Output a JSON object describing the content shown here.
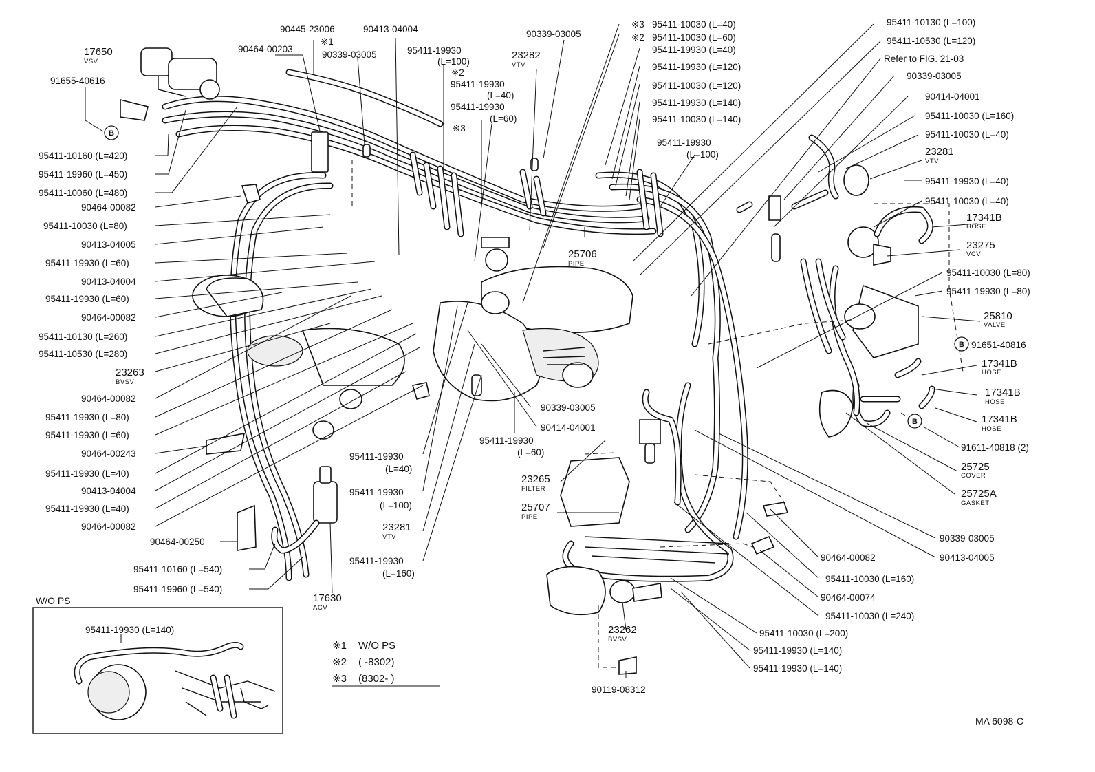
{
  "diagram_code": "MA 6098-C",
  "inset": {
    "title": "W/O PS",
    "label": "95411-19930 (L=140)"
  },
  "notes": [
    {
      "mark": "※1",
      "text": "W/O PS"
    },
    {
      "mark": "※2",
      "text": "(      -8302)"
    },
    {
      "mark": "※3",
      "text": "(8302-       )"
    }
  ],
  "labels": [
    {
      "id": "vsv17650",
      "text": "17650",
      "sub": "VSV"
    },
    {
      "id": "l91655",
      "text": "91655-40616"
    },
    {
      "id": "l90464_00203",
      "text": "90464-00203"
    },
    {
      "id": "l90445",
      "text": "90445-23006"
    },
    {
      "id": "m1a",
      "text": "※1"
    },
    {
      "id": "l90339a",
      "text": "90339-03005"
    },
    {
      "id": "l90413a",
      "text": "90413-04004"
    },
    {
      "id": "l95411_100",
      "text": "95411-19930"
    },
    {
      "id": "l95411_100b",
      "text": "(L=100)"
    },
    {
      "id": "m2a",
      "text": "※2"
    },
    {
      "id": "l95411_40a",
      "text": "95411-19930"
    },
    {
      "id": "l95411_40ab",
      "text": "(L=40)"
    },
    {
      "id": "l95411_60a",
      "text": "95411-19930"
    },
    {
      "id": "l95411_60ab",
      "text": "(L=60)"
    },
    {
      "id": "m3a",
      "text": "※3"
    },
    {
      "id": "vtv23282",
      "text": "23282",
      "sub": "VTV"
    },
    {
      "id": "l90339b",
      "text": "90339-03005"
    },
    {
      "id": "m3b",
      "text": "※3"
    },
    {
      "id": "m2b",
      "text": "※2"
    },
    {
      "id": "r1",
      "text": "95411-10030 (L=40)"
    },
    {
      "id": "r2",
      "text": "95411-10030 (L=60)"
    },
    {
      "id": "r3",
      "text": "95411-19930 (L=40)"
    },
    {
      "id": "r4",
      "text": "95411-19930 (L=120)"
    },
    {
      "id": "r5",
      "text": "95411-10030 (L=120)"
    },
    {
      "id": "r6",
      "text": "95411-19930 (L=140)"
    },
    {
      "id": "r7",
      "text": "95411-10030 (L=140)"
    },
    {
      "id": "r8",
      "text": "95411-19930"
    },
    {
      "id": "r8b",
      "text": "(L=100)"
    },
    {
      "id": "f1",
      "text": "95411-10130 (L=100)"
    },
    {
      "id": "f2",
      "text": "95411-10530 (L=120)"
    },
    {
      "id": "f3",
      "text": "Refer to FIG. 21-03"
    },
    {
      "id": "f4",
      "text": "90339-03005"
    },
    {
      "id": "f5",
      "text": "90414-04001"
    },
    {
      "id": "f6",
      "text": "95411-10030 (L=160)"
    },
    {
      "id": "f7",
      "text": "95411-10030 (L=40)"
    },
    {
      "id": "vtv23281a",
      "text": "23281",
      "sub": "VTV"
    },
    {
      "id": "f8",
      "text": "95411-19930 (L=40)"
    },
    {
      "id": "f9",
      "text": "95411-10030 (L=40)"
    },
    {
      "id": "hose1",
      "text": "17341B",
      "sub": "HOSE"
    },
    {
      "id": "vcv23275",
      "text": "23275",
      "sub": "VCV"
    },
    {
      "id": "f10",
      "text": "95411-10030 (L=80)"
    },
    {
      "id": "f11",
      "text": "95411-19930 (L=80)"
    },
    {
      "id": "valve25810",
      "text": "25810",
      "sub": "VALVE"
    },
    {
      "id": "f12",
      "text": "91651-40816"
    },
    {
      "id": "hose2",
      "text": "17341B",
      "sub": "HOSE"
    },
    {
      "id": "hose3",
      "text": "17341B",
      "sub": "HOSE"
    },
    {
      "id": "hose4",
      "text": "17341B",
      "sub": "HOSE"
    },
    {
      "id": "f13",
      "text": "91611-40818 (2)"
    },
    {
      "id": "cover25725",
      "text": "25725",
      "sub": "COVER"
    },
    {
      "id": "gasket25725a",
      "text": "25725A",
      "sub": "GASKET"
    },
    {
      "id": "f14",
      "text": "90339-03005"
    },
    {
      "id": "f15",
      "text": "90413-04005"
    },
    {
      "id": "f16",
      "text": "90464-00082"
    },
    {
      "id": "f17",
      "text": "95411-10030 (L=160)"
    },
    {
      "id": "f18",
      "text": "90464-00074"
    },
    {
      "id": "f19",
      "text": "95411-10030 (L=240)"
    },
    {
      "id": "f20",
      "text": "95411-10030 (L=200)"
    },
    {
      "id": "f21",
      "text": "95411-19930 (L=140)"
    },
    {
      "id": "f22",
      "text": "95411-19930 (L=140)"
    },
    {
      "id": "bvsv23262",
      "text": "23262",
      "sub": "BVSV"
    },
    {
      "id": "b90119",
      "text": "90119-08312"
    },
    {
      "id": "filter23265",
      "text": "23265",
      "sub": "FILTER"
    },
    {
      "id": "pipe25707",
      "text": "25707",
      "sub": "PIPE"
    },
    {
      "id": "pipe25706",
      "text": "25706",
      "sub": "PIPE"
    },
    {
      "id": "c1",
      "text": "90339-03005"
    },
    {
      "id": "c2",
      "text": "90414-04001"
    },
    {
      "id": "c3",
      "text": "95411-19930"
    },
    {
      "id": "c3b",
      "text": "(L=60)"
    },
    {
      "id": "c4",
      "text": "95411-19930"
    },
    {
      "id": "c4b",
      "text": "(L=40)"
    },
    {
      "id": "c5",
      "text": "95411-19930"
    },
    {
      "id": "c5b",
      "text": "(L=100)"
    },
    {
      "id": "vtv23281b",
      "text": "23281",
      "sub": "VTV"
    },
    {
      "id": "c6",
      "text": "95411-19930"
    },
    {
      "id": "c6b",
      "text": "(L=160)"
    },
    {
      "id": "acv17630",
      "text": "17630",
      "sub": "ACV"
    },
    {
      "id": "lf1",
      "text": "95411-10160 (L=420)"
    },
    {
      "id": "lf2",
      "text": "95411-19960 (L=450)"
    },
    {
      "id": "lf3",
      "text": "95411-10060 (L=480)"
    },
    {
      "id": "lf4",
      "text": "90464-00082"
    },
    {
      "id": "lf5",
      "text": "95411-10030 (L=80)"
    },
    {
      "id": "lf6",
      "text": "90413-04005"
    },
    {
      "id": "lf7",
      "text": "95411-19930 (L=60)"
    },
    {
      "id": "lf8",
      "text": "90413-04004"
    },
    {
      "id": "lf9",
      "text": "95411-19930 (L=60)"
    },
    {
      "id": "lf10",
      "text": "90464-00082"
    },
    {
      "id": "lf11",
      "text": "95411-10130 (L=260)"
    },
    {
      "id": "lf12",
      "text": "95411-10530 (L=280)"
    },
    {
      "id": "bvsv23263",
      "text": "23263",
      "sub": "BVSV"
    },
    {
      "id": "lf13",
      "text": "90464-00082"
    },
    {
      "id": "lf14",
      "text": "95411-19930 (L=80)"
    },
    {
      "id": "lf15",
      "text": "95411-19930 (L=60)"
    },
    {
      "id": "lf16",
      "text": "90464-00243"
    },
    {
      "id": "lf17",
      "text": "95411-19930 (L=40)"
    },
    {
      "id": "lf18",
      "text": "90413-04004"
    },
    {
      "id": "lf19",
      "text": "95411-19930 (L=40)"
    },
    {
      "id": "lf20",
      "text": "90464-00082"
    },
    {
      "id": "lf21",
      "text": "90464-00250"
    },
    {
      "id": "lf22",
      "text": "95411-10160 (L=540)"
    },
    {
      "id": "lf23",
      "text": "95411-19960 (L=540)"
    }
  ]
}
